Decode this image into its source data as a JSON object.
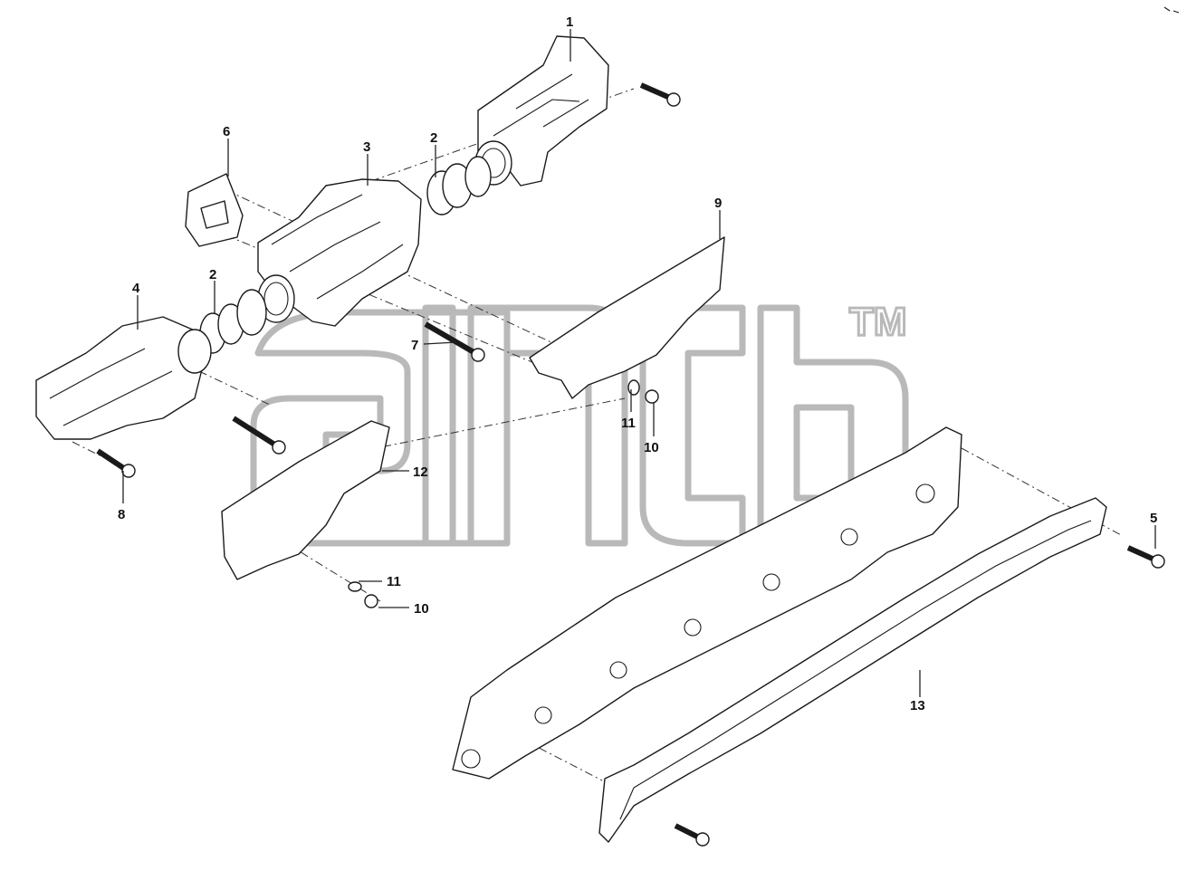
{
  "watermark": {
    "mark": "TM"
  },
  "callouts": [
    {
      "id": "c1",
      "label": "1"
    },
    {
      "id": "c2a",
      "label": "2"
    },
    {
      "id": "c2b",
      "label": "2"
    },
    {
      "id": "c3",
      "label": "3"
    },
    {
      "id": "c4",
      "label": "4"
    },
    {
      "id": "c5",
      "label": "5"
    },
    {
      "id": "c6",
      "label": "6"
    },
    {
      "id": "c7",
      "label": "7"
    },
    {
      "id": "c8",
      "label": "8"
    },
    {
      "id": "c9",
      "label": "9"
    },
    {
      "id": "c10a",
      "label": "10"
    },
    {
      "id": "c10b",
      "label": "10"
    },
    {
      "id": "c11a",
      "label": "11"
    },
    {
      "id": "c11b",
      "label": "11"
    },
    {
      "id": "c12",
      "label": "12"
    },
    {
      "id": "c13",
      "label": "13"
    }
  ]
}
